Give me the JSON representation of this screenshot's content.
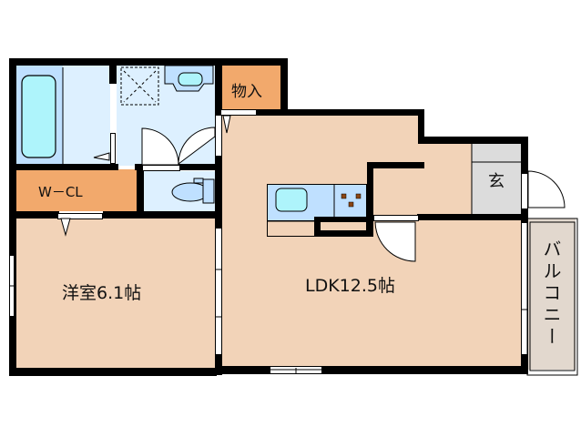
{
  "floor_plan": {
    "rooms": {
      "western_room": {
        "label": "洋室6.1帖",
        "type": "洋室",
        "size_jo": 6.1
      },
      "ldk": {
        "label": "LDK12.5帖",
        "type": "LDK",
        "size_jo": 12.5
      },
      "walk_in_closet": {
        "label": "W－CL"
      },
      "storage": {
        "label": "物入"
      },
      "entrance": {
        "label": "玄"
      },
      "balcony": {
        "label": "バルコニー"
      },
      "bathroom": {
        "label": ""
      },
      "washroom": {
        "label": ""
      },
      "toilet": {
        "label": ""
      }
    },
    "colors": {
      "living_floor": "#f2d3b8",
      "wet_area": "#ddf0ff",
      "fixture_blue": "#bfe0ff",
      "fixture_cyan": "#aef4fb",
      "storage": "#f2a96c",
      "entrance": "#dcdcdc",
      "balcony": "#e2d8ce",
      "wall": "#000000"
    }
  }
}
